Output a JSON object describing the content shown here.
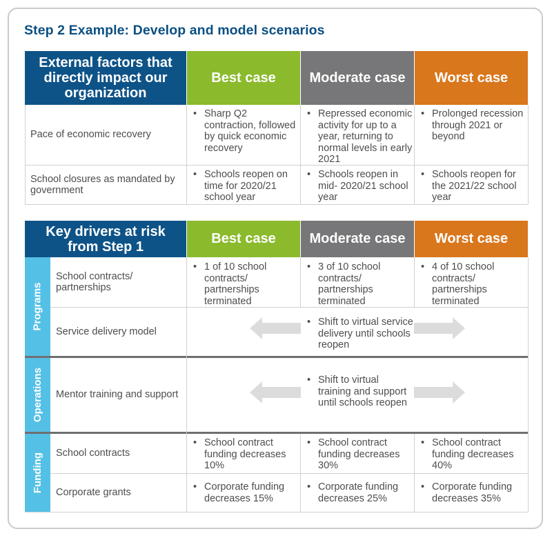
{
  "title": "Step 2 Example: Develop and model scenarios",
  "cases": {
    "best": "Best case",
    "moderate": "Moderate case",
    "worst": "Worst case"
  },
  "colors": {
    "navy": "#0e5387",
    "best": "#8bba2d",
    "moderate": "#777779",
    "worst": "#d9771d",
    "group": "#55c0e6",
    "title": "#0b4f82"
  },
  "external": {
    "header": "External factors that directly impact our organization",
    "rows": [
      {
        "label": "Pace of economic recovery",
        "best": "Sharp Q2 contraction, followed by quick economic recovery",
        "moderate": "Repressed economic activity for up to a year, returning to normal levels in early 2021",
        "worst": "Prolonged recession through 2021 or beyond"
      },
      {
        "label": "School closures as mandated by government",
        "best": "Schools reopen on time for 2020/21 school year",
        "moderate": "Schools reopen in mid- 2020/21 school year",
        "worst": "Schools reopen for the 2021/22 school year"
      }
    ]
  },
  "drivers": {
    "header": "Key drivers at risk from Step 1",
    "groups": {
      "programs": "Programs",
      "operations": "Operations",
      "funding": "Funding"
    },
    "programs": {
      "school_contracts": {
        "label": "School contracts/ partnerships",
        "best": "1 of 10 school contracts/ partnerships terminated",
        "moderate": "3 of 10 school contracts/ partnerships terminated",
        "worst": "4 of 10 school contracts/ partnerships terminated"
      },
      "service_delivery": {
        "label": "Service delivery model",
        "all": "Shift to virtual service delivery until schools reopen"
      }
    },
    "operations": {
      "mentor_training": {
        "label": "Mentor training and support",
        "all": "Shift to virtual training and support until schools reopen"
      }
    },
    "funding": {
      "school_contracts": {
        "label": "School contracts",
        "best": "School contract funding decreases 10%",
        "moderate": "School contract funding decreases 30%",
        "worst": "School contract funding decreases 40%"
      },
      "corporate_grants": {
        "label": "Corporate grants",
        "best": "Corporate funding decreases 15%",
        "moderate": "Corporate funding decreases 25%",
        "worst": "Corporate funding decreases 35%"
      }
    }
  }
}
